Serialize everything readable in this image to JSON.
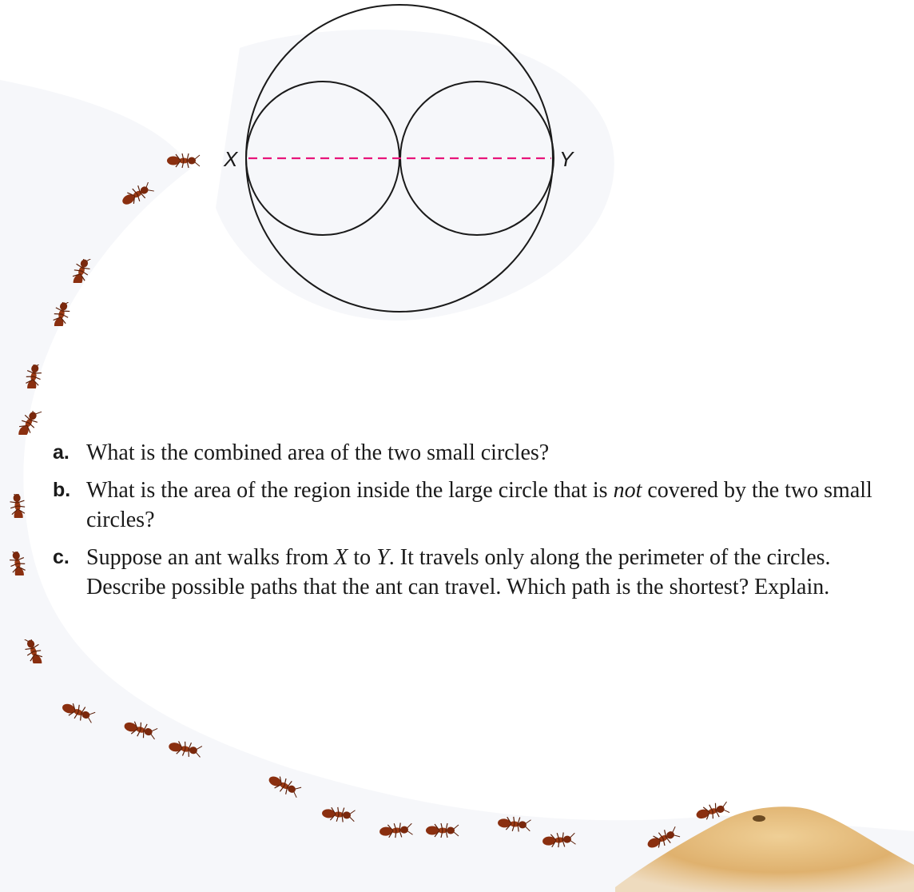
{
  "figure": {
    "point_x": "X",
    "point_y": "Y",
    "colors": {
      "stroke": "#1a1a1a",
      "diameter": "#e8157a"
    }
  },
  "questions": [
    {
      "letter": "a.",
      "text": "What is the combined area of the two small circles?"
    },
    {
      "letter": "b.",
      "text_before": "What is the area of the region inside the large circle that is ",
      "emphasis": "not",
      "text_after": " covered by the two small circles?"
    },
    {
      "letter": "c.",
      "text_1": "Suppose an ant walks from ",
      "var_x": "X",
      "text_2": " to ",
      "var_y": "Y",
      "text_3": ". It travels only along the perimeter of the circles. Describe possible paths that the ant can travel. Which path is the shortest? Explain."
    }
  ],
  "illustration": {
    "ant_color": "#9b3a14",
    "sand_color": "#e2b978"
  }
}
